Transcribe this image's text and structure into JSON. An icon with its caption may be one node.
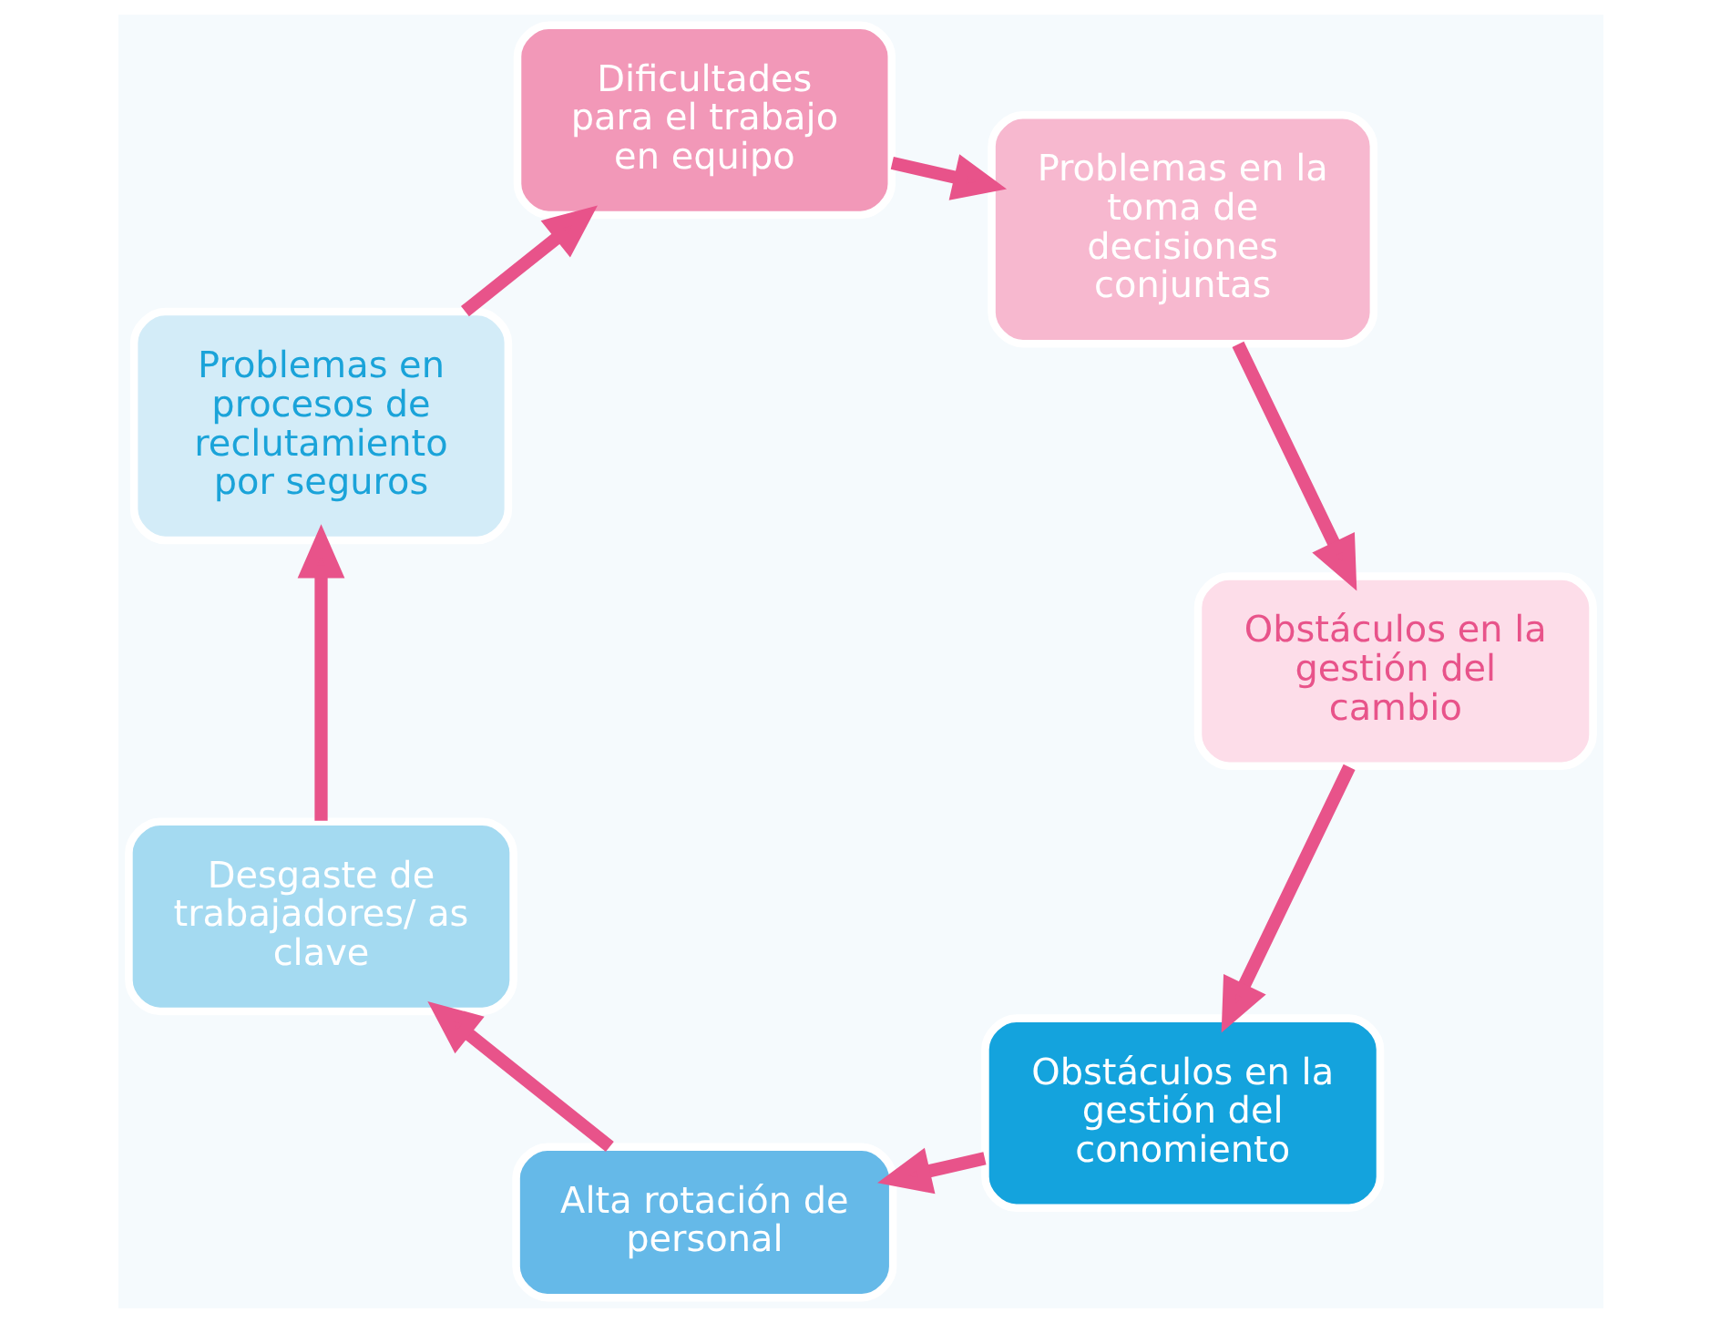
{
  "diagram": {
    "nodes": [
      {
        "text": [
          "Obstáculos en la gestión del conomiento"
        ]
      },
      {
        "text": [
          "Alta rotación de personal"
        ]
      },
      {
        "text": [
          "Desgaste de trabajadores/ as clave"
        ]
      },
      {
        "text": [
          "Problemas en procesos de reclutamiento por seguros"
        ]
      },
      {
        "text": [
          "Dificultades para el trabajo en equipo"
        ]
      },
      {
        "text": [
          "Problemas en la toma de decisiones conjuntas"
        ]
      },
      {
        "text": [
          "Obstáculos en la gestión del cambio"
        ]
      }
    ],
    "edges": [
      {
        "from": 0,
        "to": 1,
        "arrow": "to"
      },
      {
        "from": 1,
        "to": 2,
        "arrow": "to"
      },
      {
        "from": 2,
        "to": 3,
        "arrow": "to"
      },
      {
        "from": 3,
        "to": 4,
        "arrow": "to"
      },
      {
        "from": 4,
        "to": 5,
        "arrow": "to"
      },
      {
        "from": 5,
        "to": 6,
        "arrow": "to"
      },
      {
        "from": 6,
        "to": 0,
        "arrow": "to"
      }
    ]
  }
}
